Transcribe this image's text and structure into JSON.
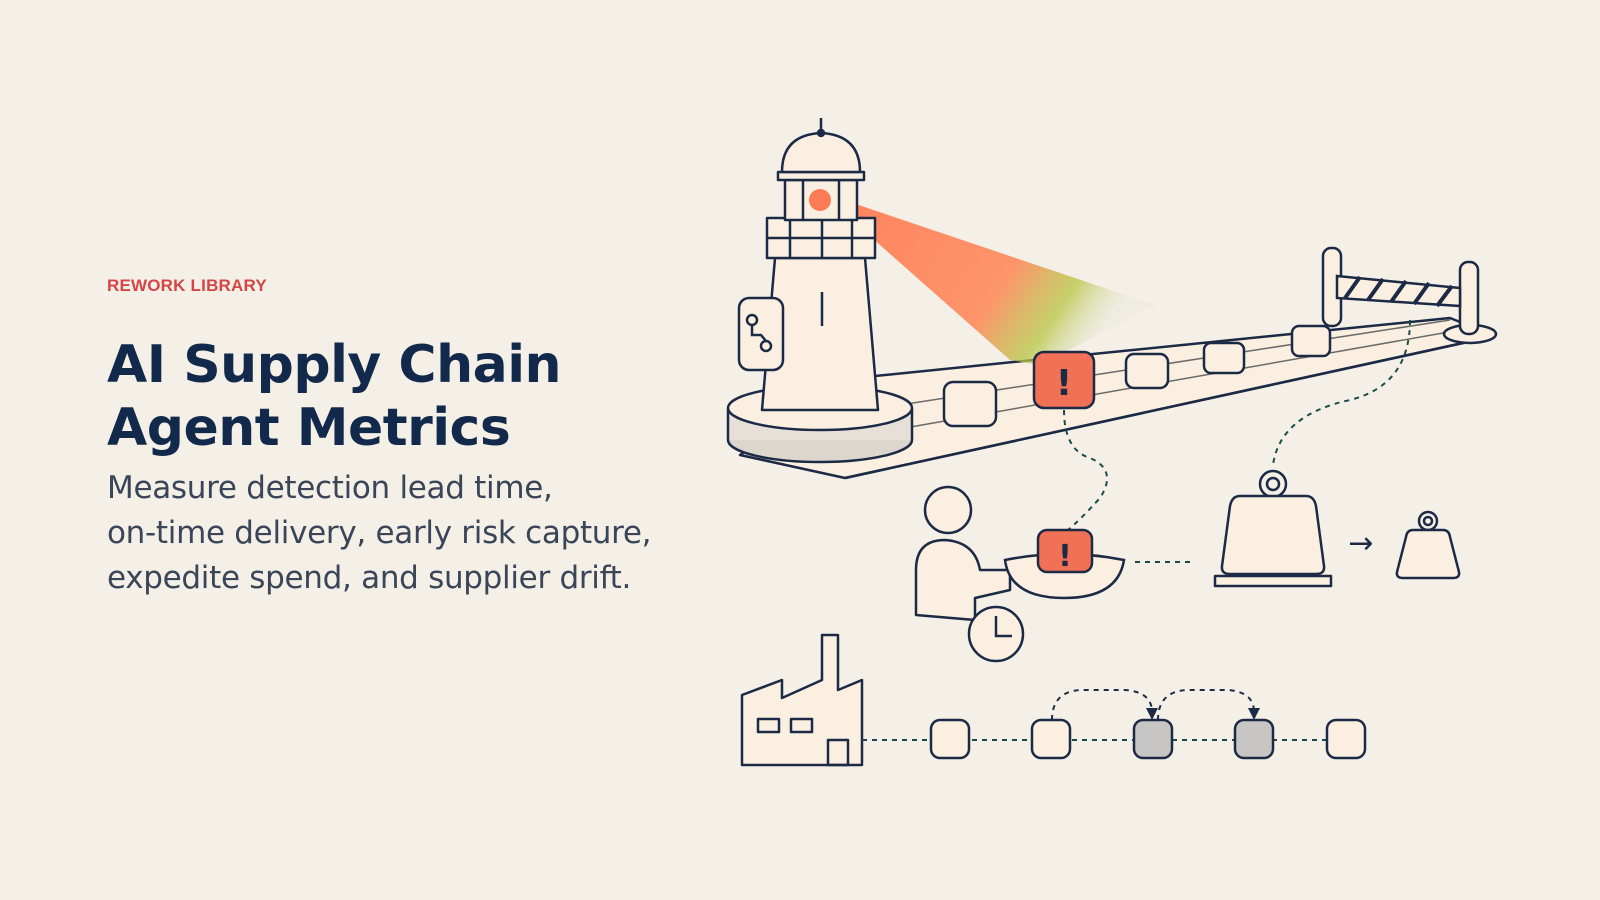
{
  "header": {
    "eyebrow": "REWORK LIBRARY",
    "title_lines": [
      "AI Supply Chain",
      "Agent Metrics"
    ],
    "subtitle_lines": [
      "Measure detection lead time,",
      "on-time delivery, early risk capture,",
      "expedite spend, and supplier drift."
    ]
  },
  "illustration": {
    "alert_glyph": "!",
    "arrow_glyph": "→",
    "icons": [
      "lighthouse-icon",
      "conveyor-icon",
      "alert-box-icon",
      "barrier-gate-icon",
      "person-icon",
      "bowl-icon",
      "clock-icon",
      "weight-large-icon",
      "weight-small-icon",
      "factory-icon",
      "shipment-node-icon",
      "route-flow-icon"
    ]
  },
  "colors": {
    "background": "#f4f0e8",
    "eyebrow": "#d64545",
    "heading": "#13294b",
    "body_text": "#3a4658",
    "line": "#1c2a45",
    "fill": "#faefe0",
    "alert": "#f07156",
    "beam": "#ff7b55",
    "beam_tail": "#b6c642",
    "muted_box": "#c8c6c4"
  }
}
